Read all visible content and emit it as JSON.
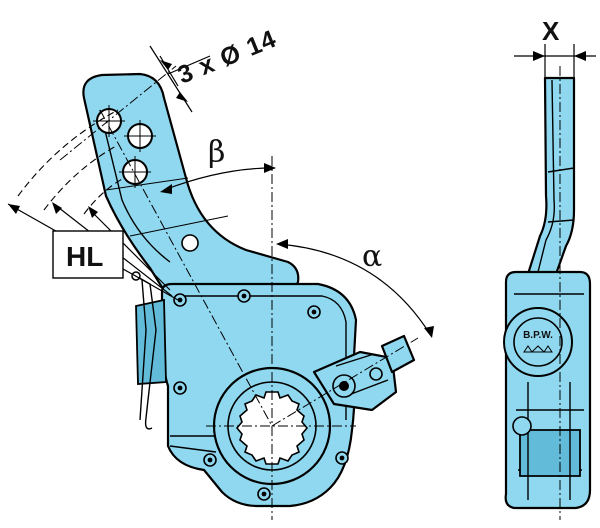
{
  "labels": {
    "holes_dimension": "3 x Ø 14",
    "angle_beta": "β",
    "angle_alpha": "α",
    "lever_length": "HL",
    "side_width": "X",
    "badge_text": "B.P.W."
  },
  "colors": {
    "part_fill": "#8fd8ef",
    "part_shade": "#62bcd9",
    "outline": "#000000",
    "background": "#ffffff"
  }
}
